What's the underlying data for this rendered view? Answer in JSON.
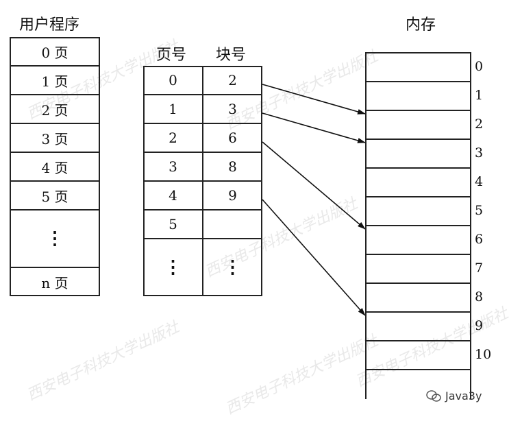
{
  "headers": {
    "user_program": "用户程序",
    "page_no": "页号",
    "block_no": "块号",
    "memory": "内存"
  },
  "user_program_rows": [
    "0 页",
    "1 页",
    "2 页",
    "3 页",
    "4 页",
    "5 页",
    "⋮",
    "n 页"
  ],
  "page_table": {
    "rows": [
      {
        "page": "0",
        "block": "2"
      },
      {
        "page": "1",
        "block": "3"
      },
      {
        "page": "2",
        "block": "6"
      },
      {
        "page": "3",
        "block": "8"
      },
      {
        "page": "4",
        "block": "9"
      },
      {
        "page": "5",
        "block": ""
      }
    ],
    "dots_page": "⋮",
    "dots_block": "⋮"
  },
  "memory_blocks": [
    "0",
    "1",
    "2",
    "3",
    "4",
    "5",
    "6",
    "7",
    "8",
    "9",
    "10"
  ],
  "arrows": [
    {
      "from_page": "0",
      "to_block": "2"
    },
    {
      "from_page": "1",
      "to_block": "3"
    },
    {
      "from_page": "2",
      "to_block": "6"
    },
    {
      "from_page": "4",
      "to_block": "9"
    }
  ],
  "watermark_text": "西安电子科技大学出版社",
  "badge_text": "Java3y",
  "badge_icon": "wechat-icon"
}
